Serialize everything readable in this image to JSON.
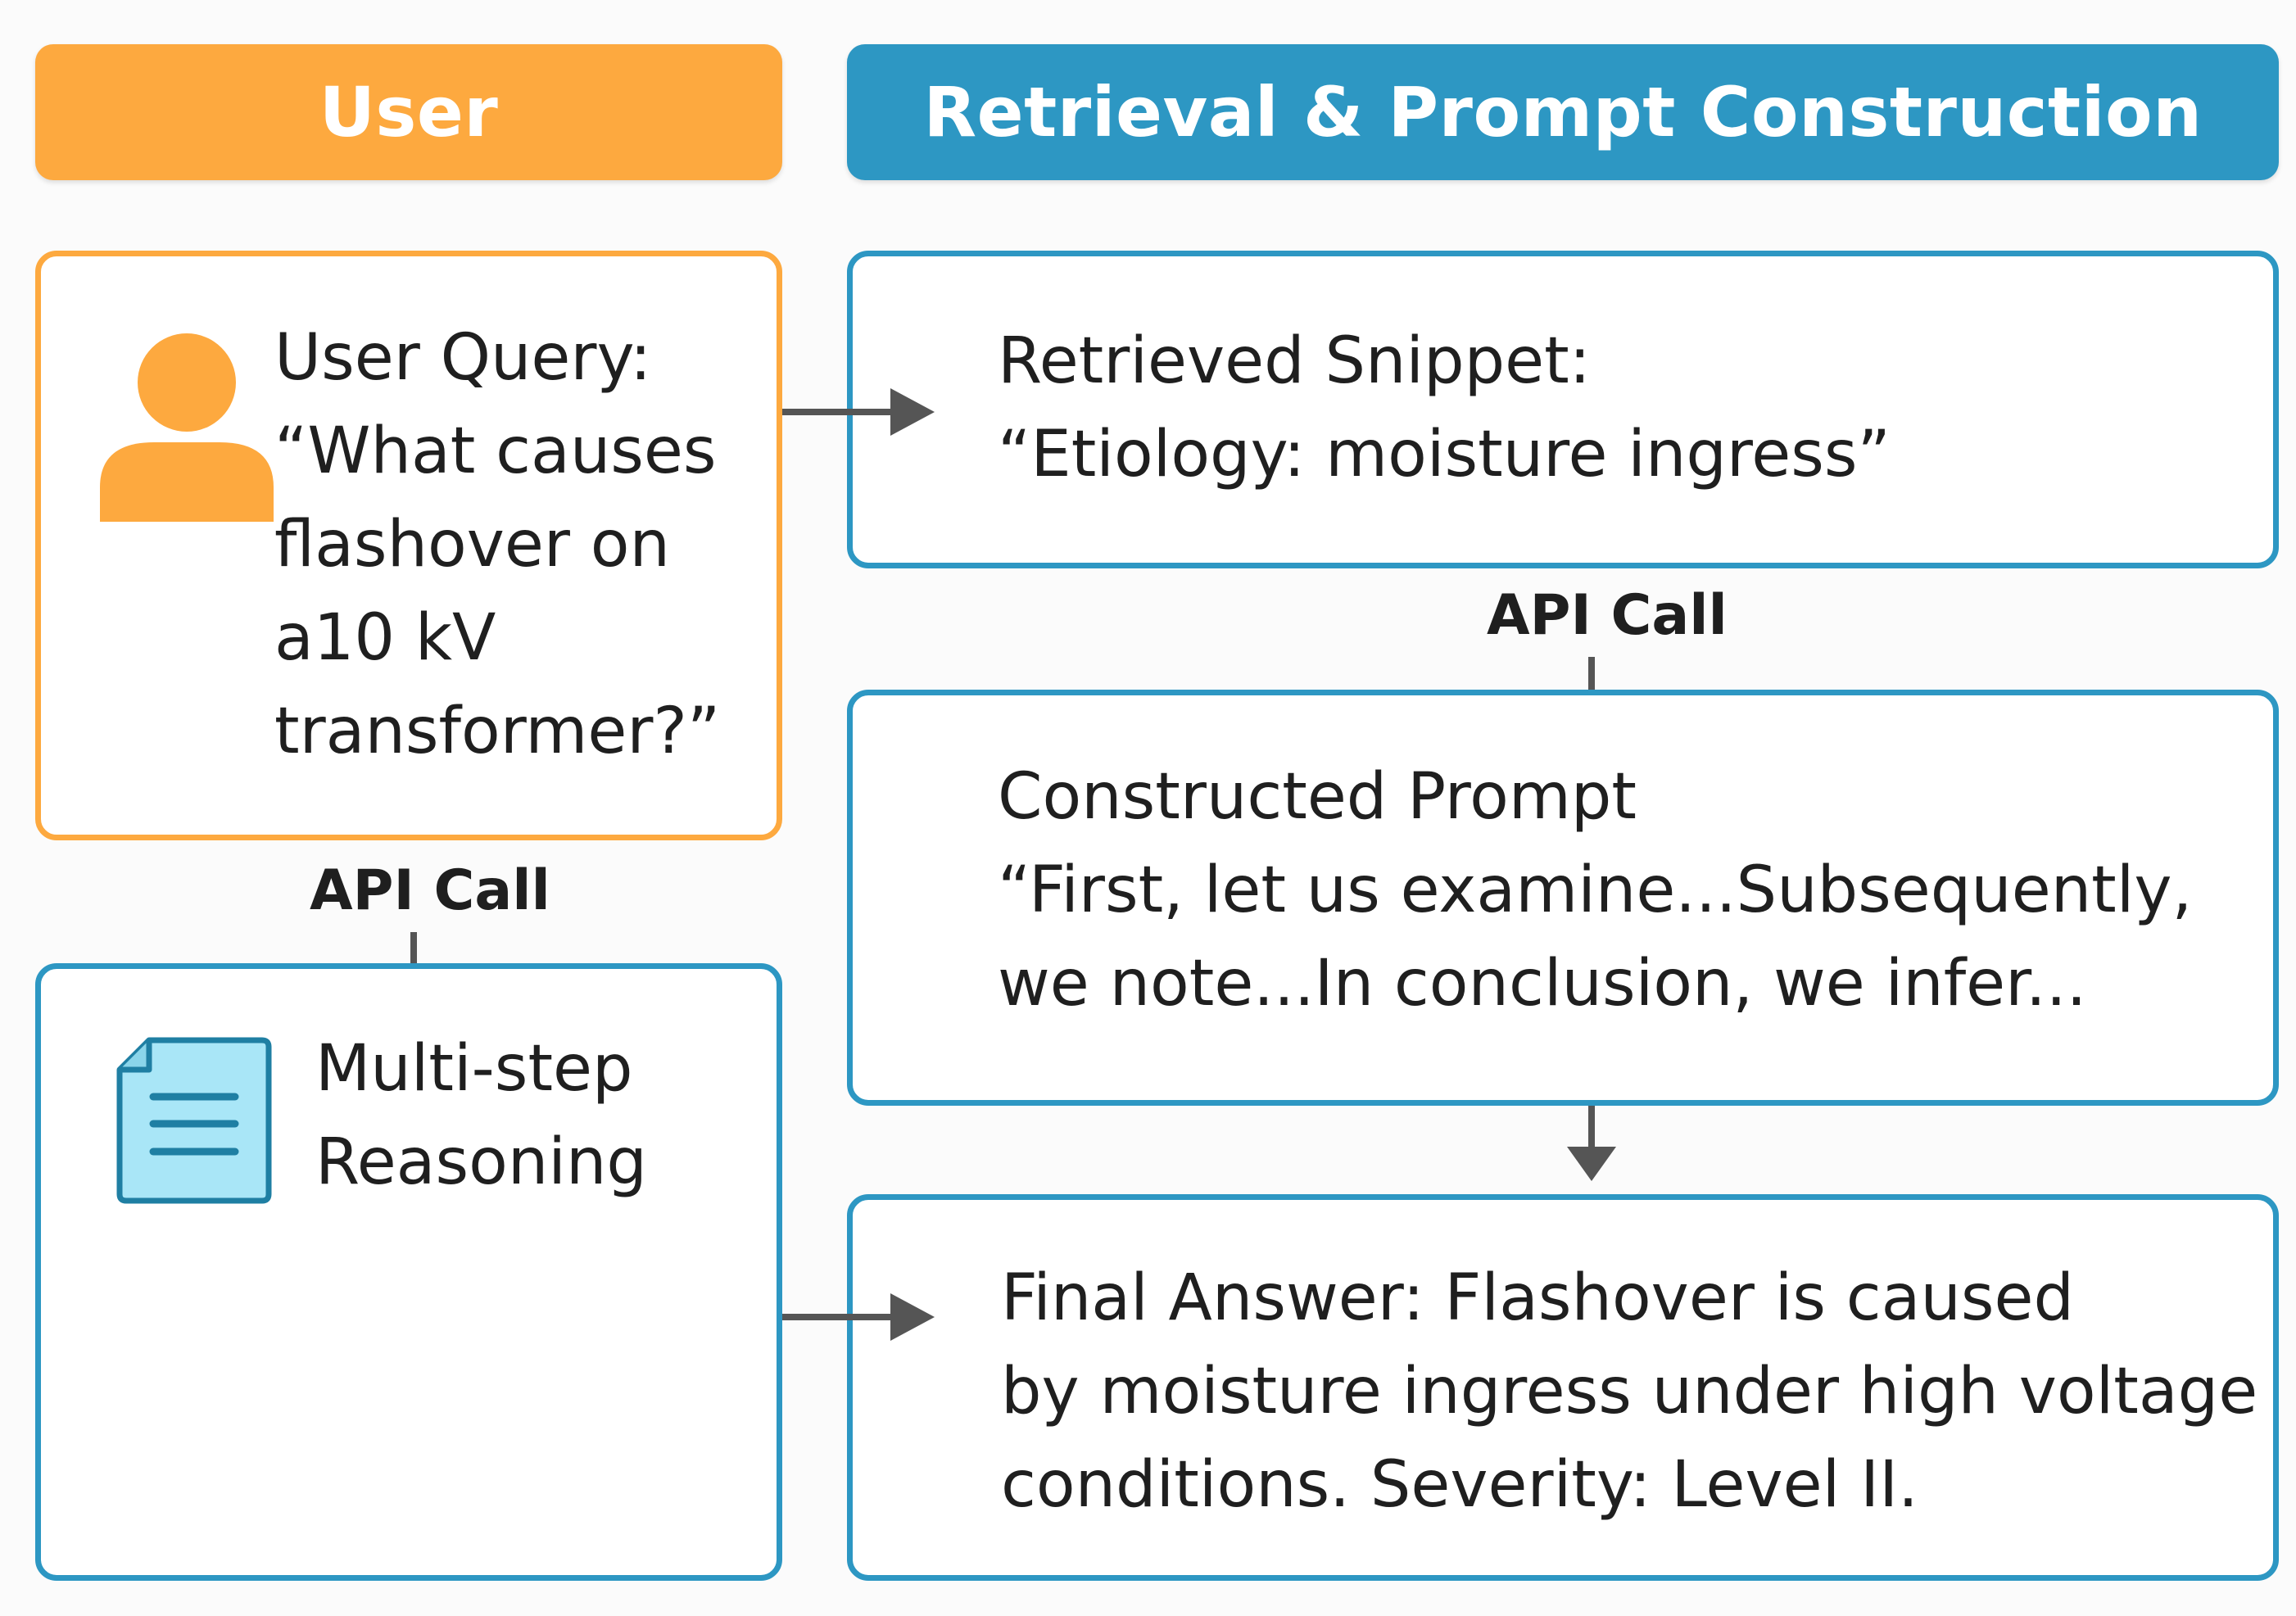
{
  "headers": {
    "user": "User",
    "retrieval": "Retrieval & Prompt Construction"
  },
  "query": {
    "text": "User Query:\n“What causes\nflashover on\na10 kV\ntransformer?”",
    "icon": "user-icon"
  },
  "reasoning": {
    "text": "Multi-step\nReasoning",
    "icon": "document-icon"
  },
  "snippet": {
    "text": "Retrieved Snippet:\n“Etiology: moisture ingress”"
  },
  "prompt": {
    "text": "Constructed Prompt\n“First, let us examine...Subsequently,\nwe note...In conclusion, we infer..."
  },
  "answer": {
    "text": "Final Answer: Flashover is caused\nby moisture ingress under high voltage\nconditions. Severity: Level II."
  },
  "labels": {
    "api_left": "API Call",
    "api_right": "API Call"
  },
  "colors": {
    "user_accent": "#fda93f",
    "retrieval_accent": "#2d97c3",
    "arrow": "#555555",
    "document_fill": "#a9e6f7"
  }
}
